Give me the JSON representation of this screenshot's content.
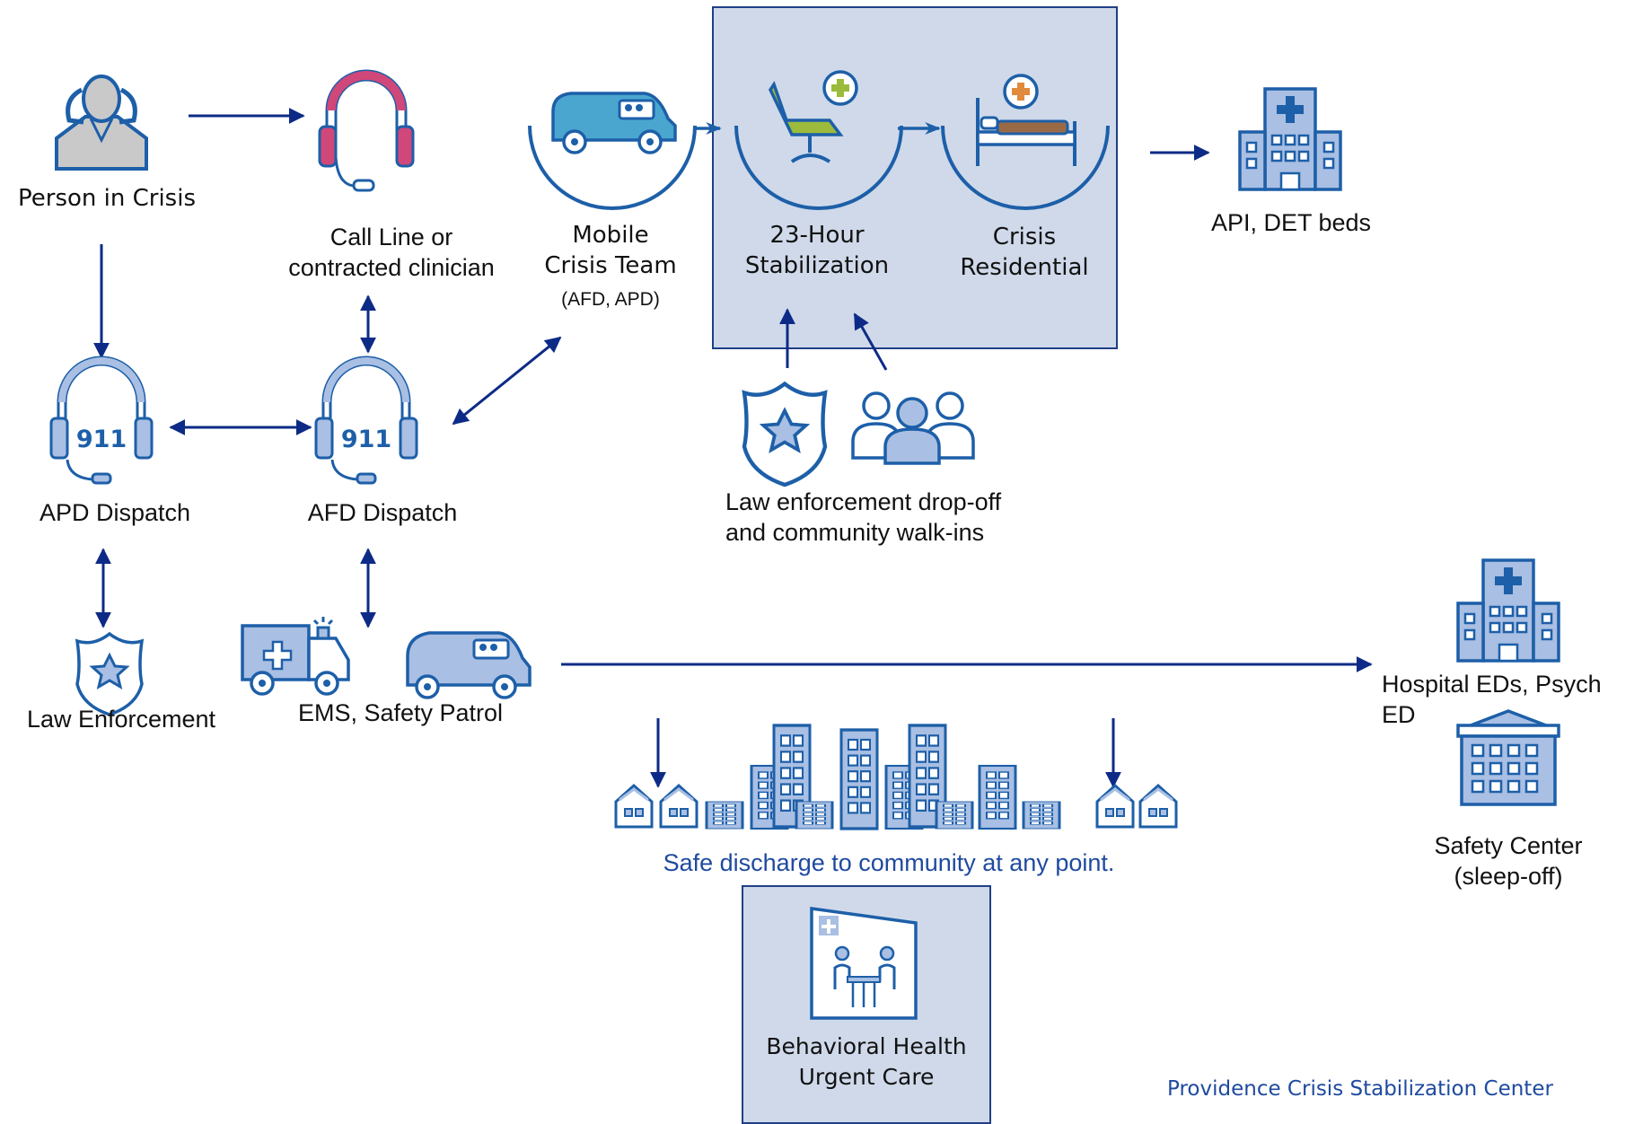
{
  "nodes": {
    "person_in_crisis": "Person in Crisis",
    "call_line": [
      "Call Line or",
      "contracted clinician"
    ],
    "mobile_team": [
      "Mobile",
      "Crisis Team"
    ],
    "mobile_team_sub": "(AFD, APD)",
    "stabilization": [
      "23-Hour",
      "Stabilization"
    ],
    "crisis_residential": [
      "Crisis",
      "Residential"
    ],
    "api_det": "API, DET beds",
    "apd_dispatch": "APD Dispatch",
    "afd_dispatch": "AFD Dispatch",
    "dropoff": [
      "Law enforcement drop-off",
      "and community walk-ins"
    ],
    "law_enforcement": "Law Enforcement",
    "ems": "EMS, Safety Patrol",
    "hospital": [
      "Hospital EDs, Psych",
      "ED"
    ],
    "safety_center": [
      "Safety Center",
      "(sleep-off)"
    ],
    "discharge": "Safe discharge to community at any point.",
    "urgent_care": [
      "Behavioral Health",
      "Urgent Care"
    ]
  },
  "headset_911_text": "911",
  "footer": "Providence Crisis Stabilization Center",
  "colors": {
    "navy": "#0d2b86",
    "icon_stroke": "#1d5fa8",
    "icon_fill": "#a9bfe3",
    "panel_fill": "#cfd9ea",
    "headset_red": "#d0477a",
    "chair_green": "#9cbb3c",
    "bed_brown": "#9a6a46",
    "plus_orange": "#e08a3c",
    "van_fill": "#4aa6cf"
  }
}
